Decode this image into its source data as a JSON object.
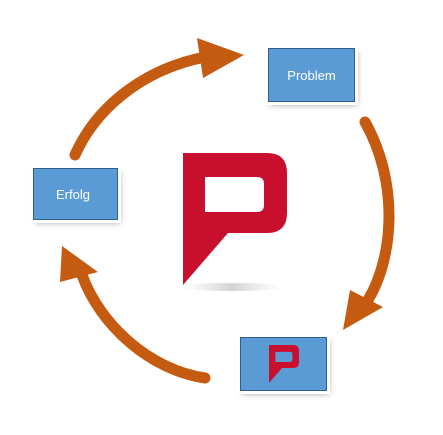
{
  "diagram": {
    "nodes": {
      "problem": {
        "label": "Problem"
      },
      "erfolg": {
        "label": "Erfolg"
      },
      "logo_box": {
        "icon": "p-logo-icon"
      }
    },
    "center_logo": {
      "icon": "p-logo-icon"
    },
    "edges": [
      {
        "from": "erfolg",
        "to": "problem"
      },
      {
        "from": "problem",
        "to": "logo_box"
      },
      {
        "from": "logo_box",
        "to": "erfolg"
      }
    ]
  },
  "colors": {
    "arrow": "#c55a11",
    "node_fill": "#5b9bd5",
    "node_border": "#2f5f8a",
    "logo_red": "#c8102e"
  }
}
